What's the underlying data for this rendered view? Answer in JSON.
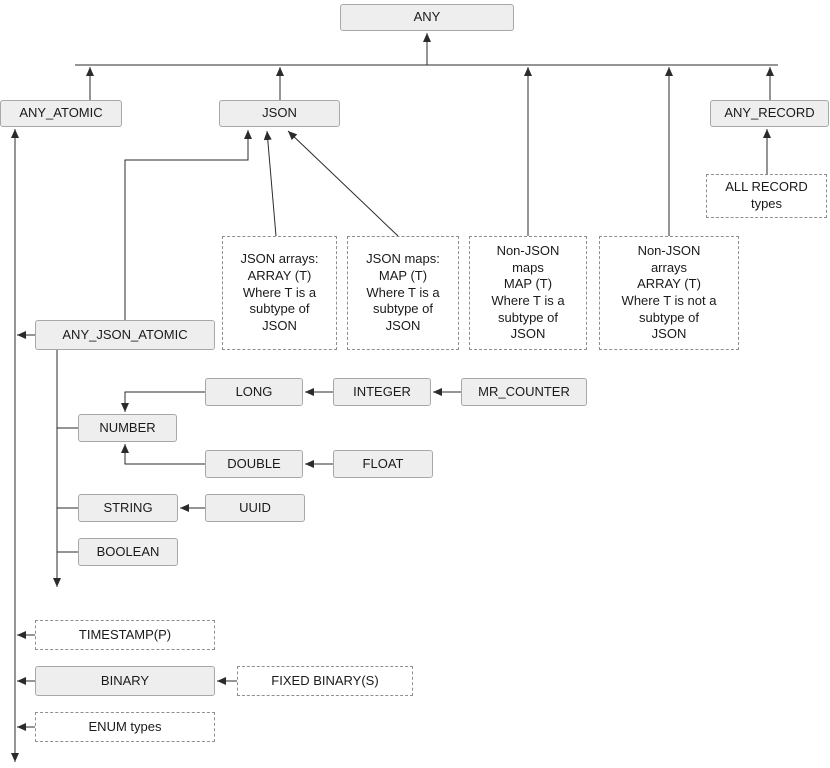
{
  "diagram": {
    "nodes": {
      "any": "ANY",
      "any_atomic": "ANY_ATOMIC",
      "json": "JSON",
      "any_record": "ANY_RECORD",
      "all_record_types": "ALL RECORD\ntypes",
      "json_arrays": "JSON arrays:\nARRAY (T)\nWhere T is a\nsubtype of\nJSON",
      "json_maps": "JSON maps:\nMAP (T)\nWhere T is a\nsubtype of\nJSON",
      "non_json_maps": "Non-JSON\nmaps\nMAP (T)\nWhere T is a\nsubtype of\nJSON",
      "non_json_arrays": "Non-JSON\narrays\nARRAY (T)\nWhere T is not a\nsubtype of\nJSON",
      "any_json_atomic": "ANY_JSON_ATOMIC",
      "long": "LONG",
      "integer": "INTEGER",
      "mr_counter": "MR_COUNTER",
      "number": "NUMBER",
      "double": "DOUBLE",
      "float": "FLOAT",
      "string": "STRING",
      "uuid": "UUID",
      "boolean": "BOOLEAN",
      "timestamp": "TIMESTAMP(P)",
      "binary": "BINARY",
      "fixed_binary": "FIXED BINARY(S)",
      "enum_types": "ENUM types"
    },
    "colors": {
      "background": "#ffffff",
      "box_fill": "#eeeeee",
      "box_border": "#a8a8a8",
      "dashed_border": "#8f8f8f",
      "line": "#2b2b2b",
      "text": "#1a1a1a"
    }
  }
}
